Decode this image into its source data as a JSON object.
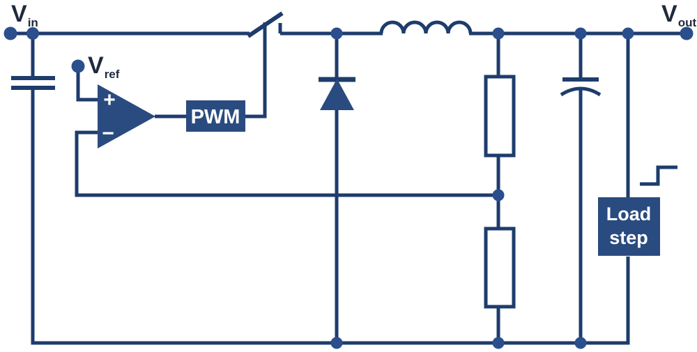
{
  "labels": {
    "vin": {
      "base": "V",
      "sub": "in"
    },
    "vref": {
      "base": "V",
      "sub": "ref"
    },
    "vout": {
      "base": "V",
      "sub": "out"
    },
    "pwm": "PWM",
    "load_step": {
      "line1": "Load",
      "line2": "step"
    },
    "opamp": {
      "plus": "+",
      "minus": "−"
    }
  },
  "icons": {
    "load_step_symbol": "step-up-waveform-icon"
  },
  "colors": {
    "wire": "#1E3C6C",
    "junction": "#2B4E8C",
    "fill": "#2A4B80",
    "label_text": "#1E2A3C",
    "box_text": "#FFFFFF",
    "background": "#FFFFFF"
  }
}
